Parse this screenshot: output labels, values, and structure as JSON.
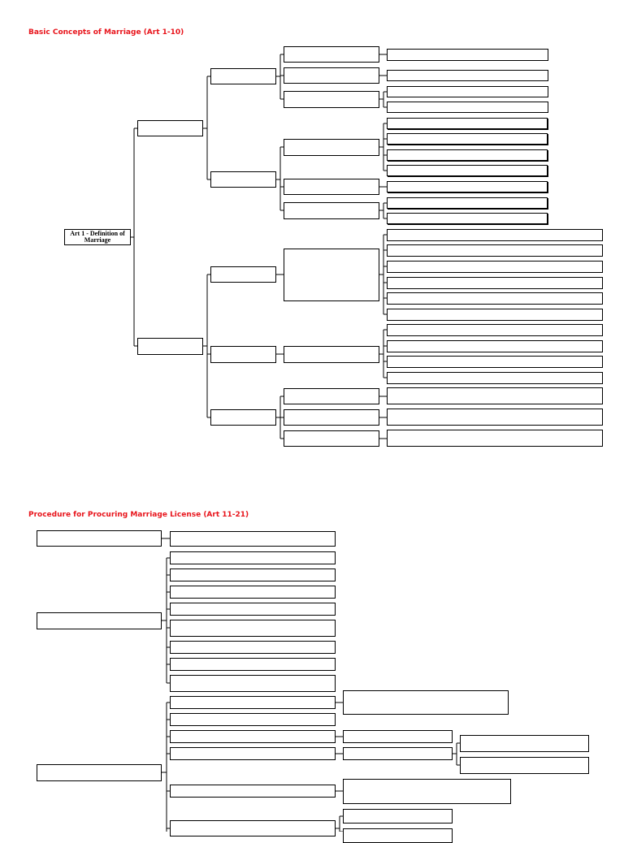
{
  "section1": {
    "title": "Basic Concepts of Marriage (Art 1-10)",
    "root_label": "Art 1 - Definition of Marriage",
    "level1": [
      "",
      ""
    ],
    "level2": [
      "",
      "",
      "",
      "",
      ""
    ],
    "level3": [
      "",
      "",
      "",
      "",
      "",
      "",
      "",
      "",
      "",
      "",
      ""
    ],
    "level4": [
      "",
      "",
      "",
      "",
      "",
      "",
      "",
      "",
      "",
      "",
      "",
      "",
      "",
      "",
      "",
      "",
      "",
      "",
      "",
      "",
      "",
      "",
      "",
      "",
      ""
    ]
  },
  "section2": {
    "title": "Procedure for Procuring Marriage License (Art 11-21)",
    "level1": [
      "",
      "",
      ""
    ],
    "level2": [
      "",
      "",
      "",
      "",
      "",
      "",
      "",
      "",
      "",
      "",
      "",
      "",
      "",
      "",
      "",
      ""
    ],
    "level3": [
      "",
      "",
      "",
      "",
      "",
      "",
      ""
    ],
    "level4": [
      "",
      ""
    ]
  },
  "colors": {
    "title": "#e8141b",
    "line": "#000000",
    "box_border": "#000000"
  }
}
